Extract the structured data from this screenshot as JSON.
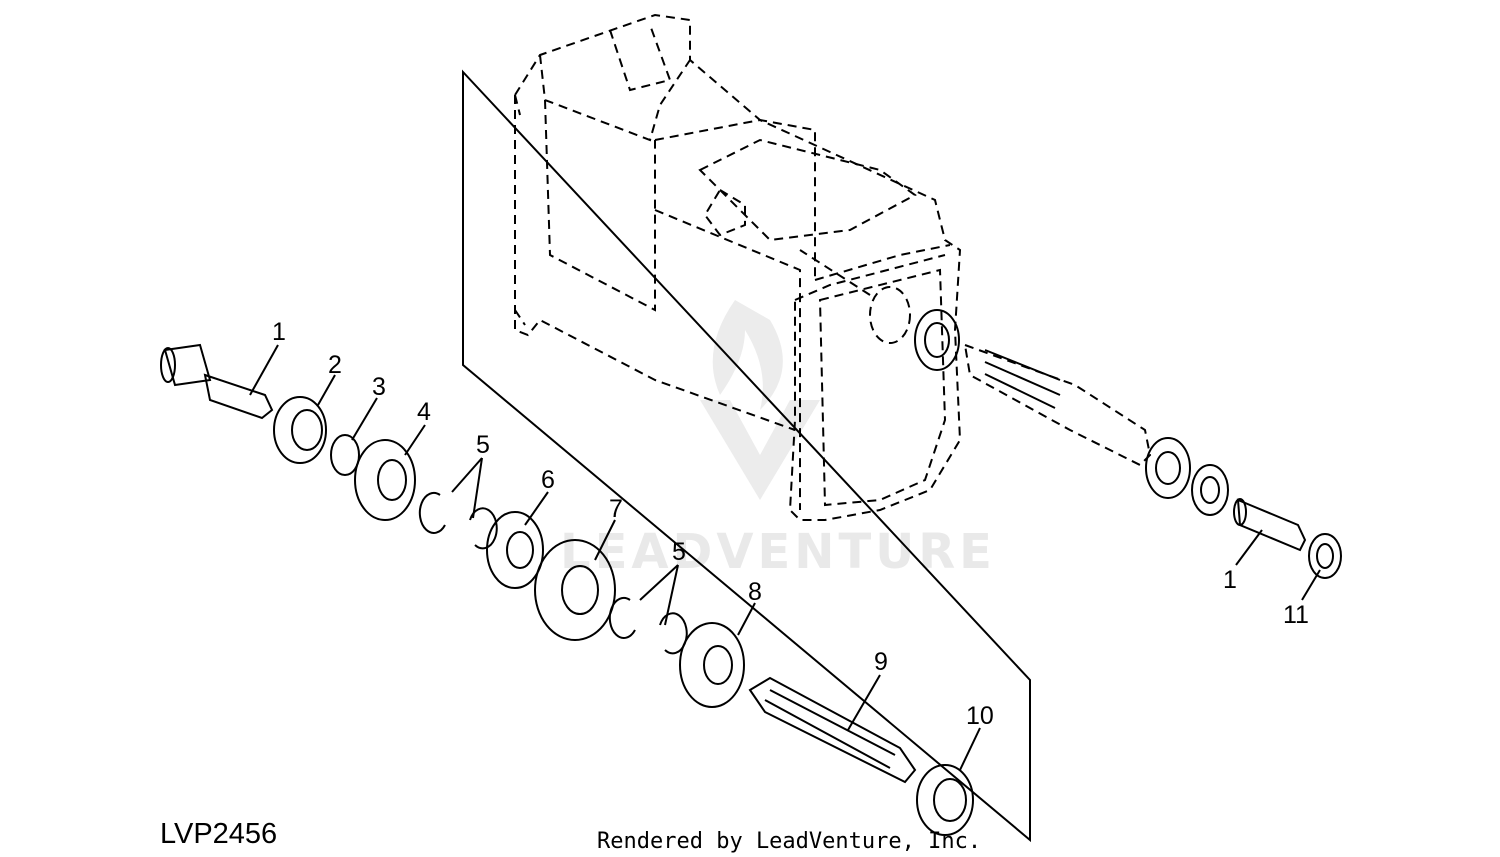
{
  "diagram": {
    "reference_code": "LVP2456",
    "credit": "Rendered by LeadVenture, Inc.",
    "watermark": "LEADVENTURE",
    "callouts": [
      {
        "id": "c1a",
        "text": "1"
      },
      {
        "id": "c2",
        "text": "2"
      },
      {
        "id": "c3",
        "text": "3"
      },
      {
        "id": "c4",
        "text": "4"
      },
      {
        "id": "c5a",
        "text": "5"
      },
      {
        "id": "c6",
        "text": "6"
      },
      {
        "id": "c7",
        "text": "7"
      },
      {
        "id": "c5b",
        "text": "5"
      },
      {
        "id": "c8",
        "text": "8"
      },
      {
        "id": "c9",
        "text": "9"
      },
      {
        "id": "c10",
        "text": "10"
      },
      {
        "id": "c1b",
        "text": "1"
      },
      {
        "id": "c11",
        "text": "11"
      }
    ]
  }
}
